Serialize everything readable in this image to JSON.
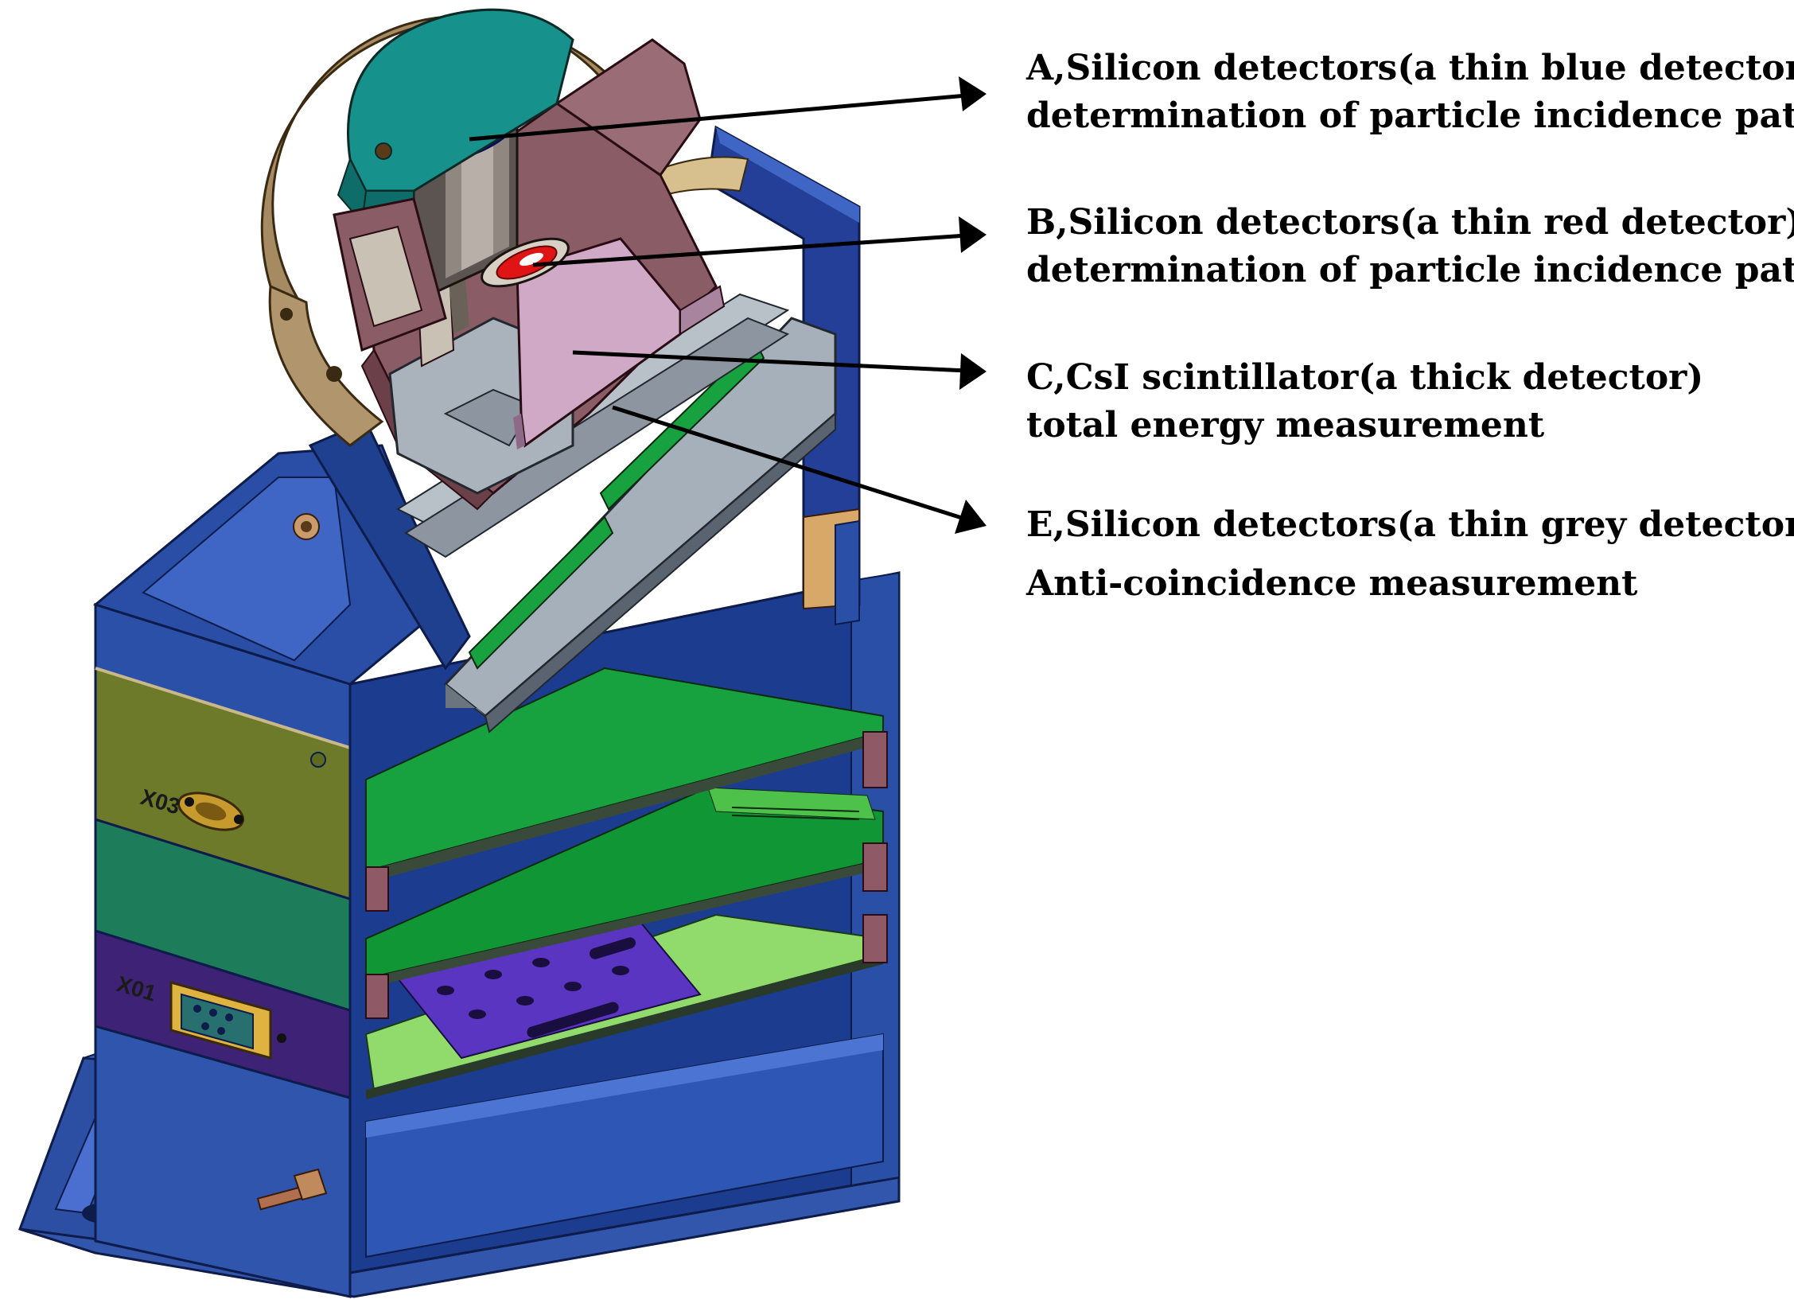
{
  "callouts": {
    "a": {
      "line1": "A,Silicon detectors(a thin blue detector)",
      "line2": "determination of particle incidence paths"
    },
    "b": {
      "line1": "B,Silicon detectors(a thin red detector)",
      "line2": "determination of particle incidence paths"
    },
    "c": {
      "line1": "C,CsI scintillator(a thick detector)",
      "line2": "total energy measurement"
    },
    "e": {
      "line1": "E,Silicon detectors(a thin grey detector)",
      "line2": "Anti-coincidence measurement"
    }
  },
  "connectors": {
    "x03": "X03",
    "x01": "X01"
  },
  "colors": {
    "housing_blue": "#2f52a6",
    "housing_dark": "#1f3f8f",
    "olive": "#6f7a2c",
    "teal_green": "#1f7f5f",
    "purple": "#45237a",
    "pcb_green": "#139c3a",
    "pcb_light": "#8fd96b",
    "teal_disk": "#17918c",
    "tan": "#a98c62",
    "mauve": "#8a5d66",
    "csi_pink": "#cfa9c6",
    "grey": "#a4aeb8",
    "detector_blue": "#1414d6",
    "detector_red": "#e01414",
    "arrow": "#000000"
  }
}
